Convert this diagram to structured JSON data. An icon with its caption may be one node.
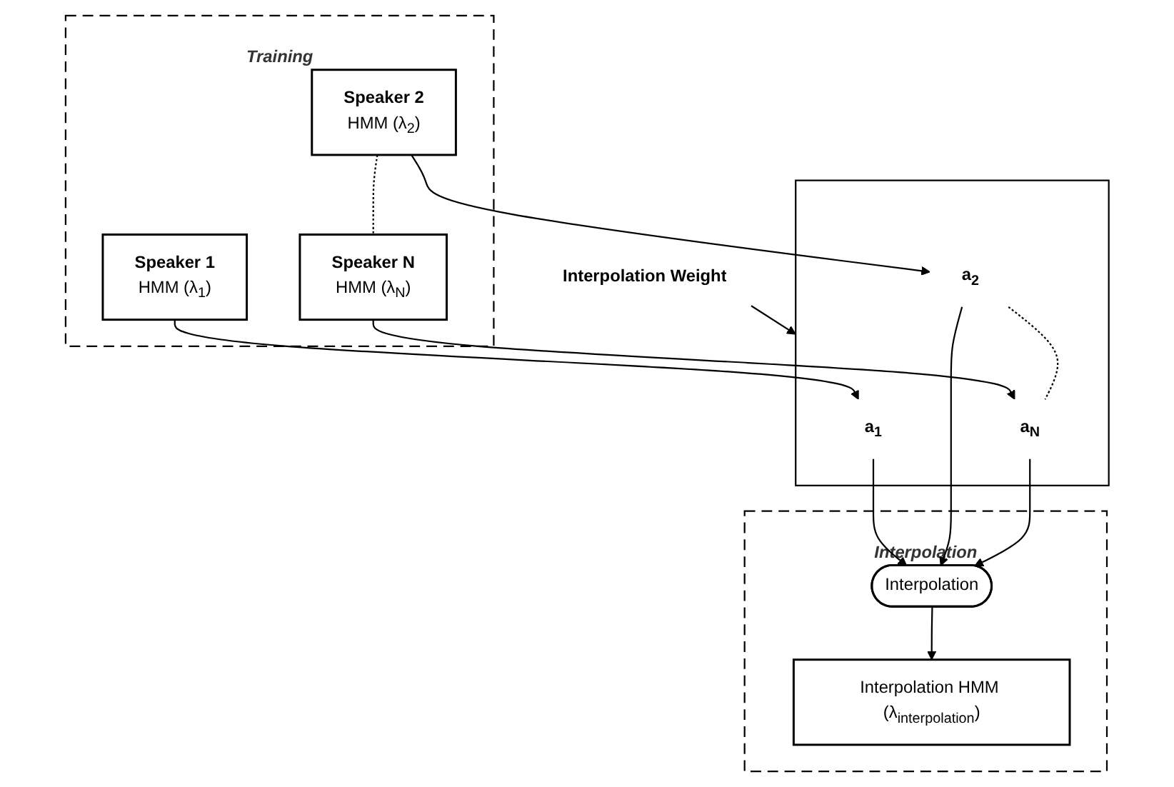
{
  "diagram": {
    "nodes": [
      {
        "text": [
          "Training"
        ]
      },
      {
        "text": [
          "Speaker 1",
          "HMM (λ$_{1}$)"
        ],
        "in": 0
      },
      {
        "text": [
          "Speaker 2",
          "HMM (λ$_{2}$)"
        ],
        "in": 0
      },
      {
        "text": [
          "Speaker N",
          "HMM (λ$_{N}$)"
        ],
        "in": 0
      },
      {
        "text": [
          "Interpolation Weight"
        ]
      },
      {
        "text": [],
        "shape": "box"
      },
      {
        "text": [
          "a$_{1}$"
        ],
        "in": 5
      },
      {
        "text": [
          "a$_{2}$"
        ],
        "in": 5
      },
      {
        "text": [
          "a$_{N}$"
        ],
        "in": 5
      },
      {
        "text": [
          "Interpolation"
        ]
      },
      {
        "text": [
          "Interpolation"
        ],
        "in": 9
      },
      {
        "text": [
          "Interpolation HMM (λ$_{interpolation}$)"
        ],
        "in": 9
      }
    ],
    "edges": [
      {
        "from": 2,
        "to": 3,
        "arrow": "none",
        "style": "dashed"
      },
      {
        "from": 1,
        "to": 6,
        "arrow": "to"
      },
      {
        "from": 2,
        "to": 7,
        "arrow": "to"
      },
      {
        "from": 3,
        "to": 8,
        "arrow": "to"
      },
      {
        "from": 4,
        "to": 5,
        "arrow": "to"
      },
      {
        "from": 7,
        "to": 8,
        "arrow": "none",
        "style": "dashed"
      },
      {
        "from": 6,
        "to": 10,
        "arrow": "to"
      },
      {
        "from": 7,
        "to": 10,
        "arrow": "to"
      },
      {
        "from": 8,
        "to": 10,
        "arrow": "to"
      },
      {
        "from": 10,
        "to": 11,
        "arrow": "to"
      }
    ]
  }
}
